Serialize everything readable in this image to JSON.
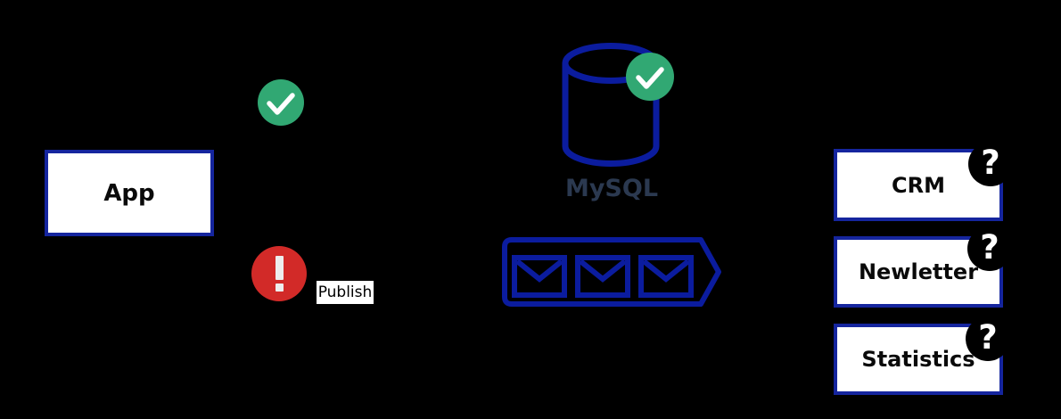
{
  "diagram": {
    "background": "#000000",
    "nodes": {
      "app": {
        "label": "App",
        "status": "ok"
      },
      "mysql": {
        "label": "MySQL",
        "status": "ok"
      },
      "publish": {
        "label": "Publish",
        "status": "error"
      },
      "crm": {
        "label": "CRM",
        "status": "unknown"
      },
      "newsletter": {
        "label": "Newletter",
        "status": "unknown"
      },
      "statistics": {
        "label": "Statistics",
        "status": "unknown"
      }
    },
    "icons": {
      "check": "check-icon",
      "exclamation": "exclamation-icon",
      "question_glyph": "?",
      "database": "database-cylinder-icon",
      "message_queue": "envelopes-arrow-icon"
    },
    "colors": {
      "node_border_blue": "#15259e",
      "icon_blue": "#0b1c9e",
      "success_green": "#31a873",
      "error_red": "#d22a28",
      "mysql_label": "#2b3950",
      "node_fill": "#ffffff",
      "badge_black": "#000000",
      "glyph_white": "#ffffff"
    }
  }
}
